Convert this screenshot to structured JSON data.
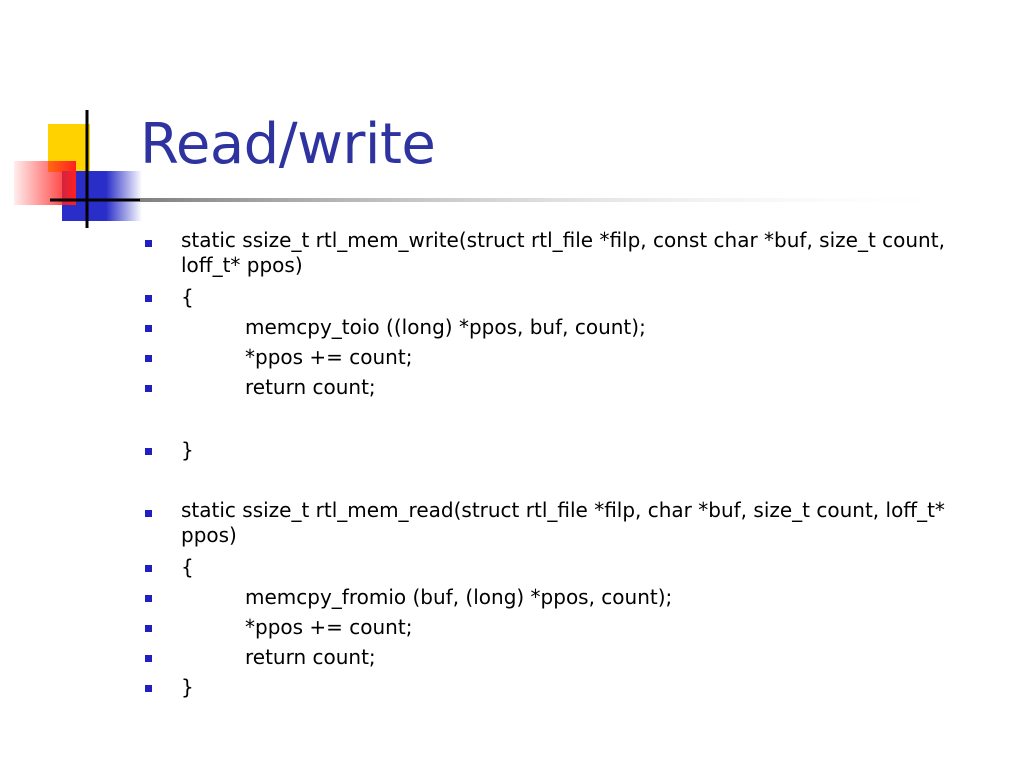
{
  "slide": {
    "title": "Read/write",
    "bullets": [
      {
        "text": "static ssize_t rtl_mem_write(struct rtl_file *filp, const char *buf, size_t count, loff_t* ppos)"
      },
      {
        "text": "{"
      },
      {
        "text": "memcpy_toio ((long) *ppos, buf, count);"
      },
      {
        "text": "*ppos += count;"
      },
      {
        "text": "return count;"
      },
      {
        "text": "}"
      },
      {
        "text": "static ssize_t rtl_mem_read(struct rtl_file *filp, char *buf, size_t count, loff_t* ppos)"
      },
      {
        "text": "{"
      },
      {
        "text": "memcpy_fromio (buf, (long) *ppos, count);"
      },
      {
        "text": "*ppos += count;"
      },
      {
        "text": "return count;"
      },
      {
        "text": "}"
      }
    ]
  },
  "colors": {
    "title": "#2e33a0",
    "bullet": "#2020c0",
    "accent_yellow": "#ffd200",
    "accent_blue": "#3236c8",
    "accent_red": "#ff3030"
  }
}
